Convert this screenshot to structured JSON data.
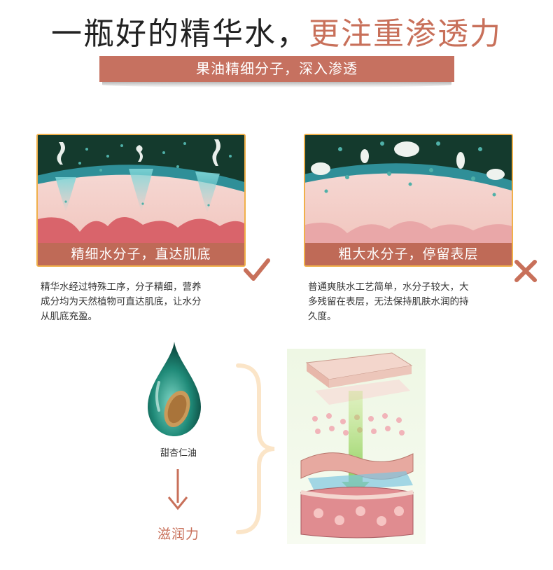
{
  "headline": {
    "dark": "一瓶好的精华水，",
    "accent": "更注重渗透力"
  },
  "banner": {
    "text": "果油精细分子，深入渗透"
  },
  "panels": [
    {
      "label": "精细水分子，直达肌底",
      "mark": "check-icon",
      "description_lines": [
        "精华水经过特殊工序，分子精细，营养",
        "成分均为天然植物可直达肌底，让水分",
        "从肌底充盈。"
      ]
    },
    {
      "label": "粗大水分子，停留表层",
      "mark": "cross-icon",
      "description_lines": [
        "普通爽肤水工艺简单，水分子较大，大",
        "多残留在表层，无法保持肌肤水润的持",
        "久度。"
      ]
    }
  ],
  "ingredient": {
    "name": "甜杏仁油",
    "effect": "滋润力"
  },
  "colors": {
    "accent": "#c8705a",
    "banner": "#c67160",
    "panel_border": "#f0b04a",
    "check": "#c8705a",
    "brace": "#fbe5c8"
  }
}
